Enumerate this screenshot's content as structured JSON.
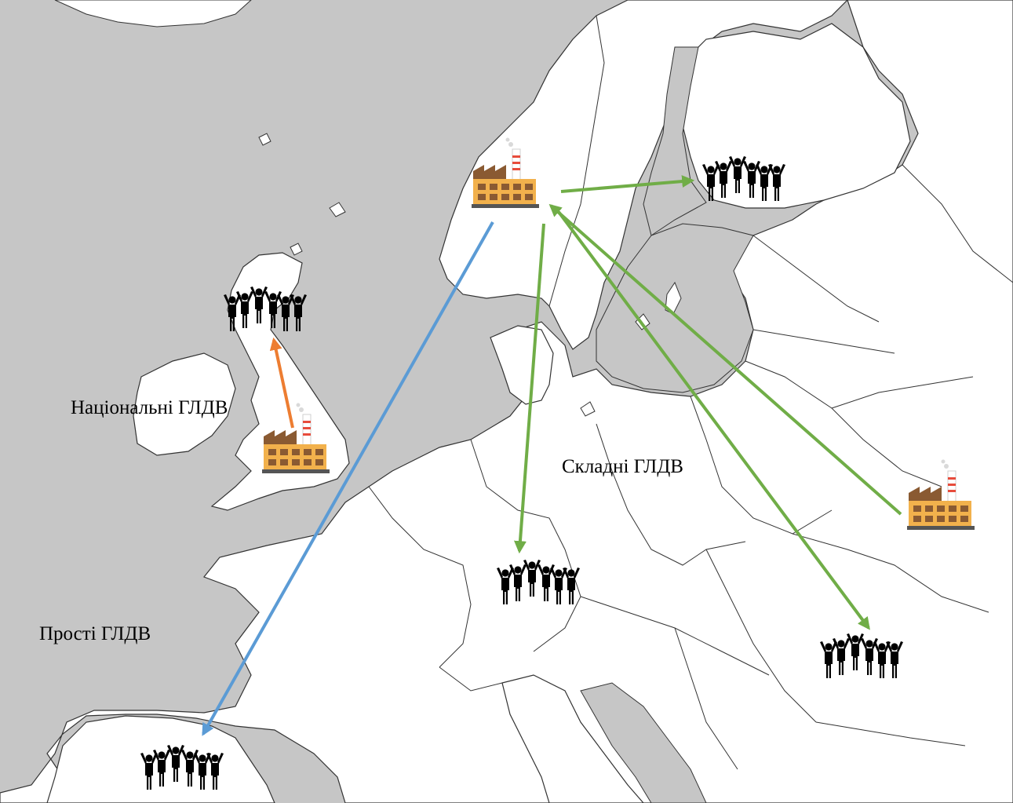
{
  "labels": {
    "national": "Національні ГЛДВ",
    "complex": "Складні ГЛДВ",
    "simple": "Прості ГЛДВ"
  },
  "legend_colors": {
    "national": "#ed7d31",
    "complex": "#70ad47",
    "simple": "#5b9bd5"
  },
  "icons": {
    "factory": "factory-icon",
    "people": "people-crowd-icon"
  }
}
